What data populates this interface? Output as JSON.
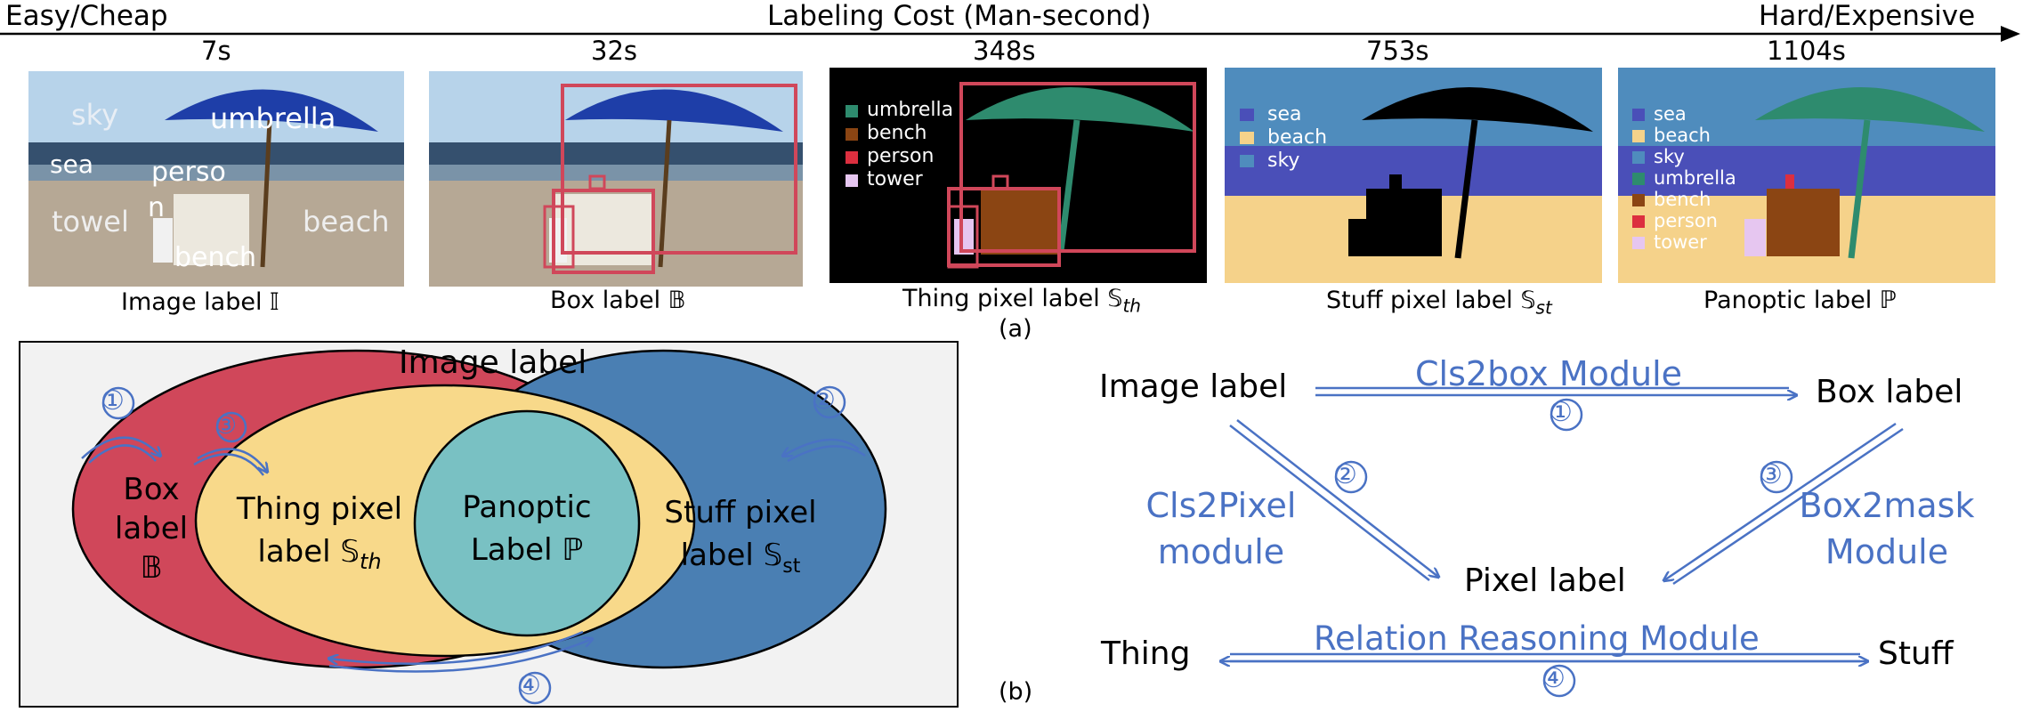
{
  "header": {
    "left_label": "Easy/Cheap",
    "center_label": "Labeling Cost (Man-second)",
    "right_label": "Hard/Expensive"
  },
  "panels": [
    {
      "cost": "7s",
      "caption": "Image label 𝕀",
      "tags": [
        "sky",
        "umbrella",
        "sea",
        "perso",
        "n",
        "towel",
        "beach",
        "bench"
      ]
    },
    {
      "cost": "32s",
      "caption": "Box label 𝔹"
    },
    {
      "cost": "348s",
      "caption": "Thing pixel label 𝕊",
      "caption_sub": "th",
      "legend": [
        {
          "label": "umbrella",
          "color": "#2e8b6e"
        },
        {
          "label": "bench",
          "color": "#8b4513"
        },
        {
          "label": "person",
          "color": "#dc2f3f"
        },
        {
          "label": "tower",
          "color": "#e6c6f0"
        }
      ]
    },
    {
      "cost": "753s",
      "caption": "Stuff pixel label 𝕊",
      "caption_sub": "st",
      "legend": [
        {
          "label": "sea",
          "color": "#4a4fb8"
        },
        {
          "label": "beach",
          "color": "#f5d28a"
        },
        {
          "label": "sky",
          "color": "#4f8cbd"
        }
      ]
    },
    {
      "cost": "1104s",
      "caption": "Panoptic label ℙ",
      "legend": [
        {
          "label": "sea",
          "color": "#4a4fb8"
        },
        {
          "label": "beach",
          "color": "#f5d28a"
        },
        {
          "label": "sky",
          "color": "#4f8cbd"
        },
        {
          "label": "umbrella",
          "color": "#2e8b6e"
        },
        {
          "label": "bench",
          "color": "#8b4513"
        },
        {
          "label": "person",
          "color": "#dc2f3f"
        },
        {
          "label": "tower",
          "color": "#e6c6f0"
        }
      ]
    }
  ],
  "part_a_label": "(a)",
  "part_b_label": "(b)",
  "venn": {
    "title": "Image label",
    "box": [
      "Box",
      "label",
      "𝔹"
    ],
    "thing": [
      "Thing pixel",
      "label 𝕊"
    ],
    "thing_sub": "th",
    "panoptic": [
      "Panoptic",
      "Label ℙ"
    ],
    "stuff": [
      "Stuff pixel",
      "label 𝕊"
    ],
    "stuff_sub": "st",
    "markers": [
      "①",
      "③",
      "②",
      "④"
    ]
  },
  "flow": {
    "image_label": "Image label",
    "box_label": "Box label",
    "pixel_label": "Pixel label",
    "thing": "Thing",
    "stuff": "Stuff",
    "cls2box": "Cls2box Module",
    "cls2pixel": [
      "Cls2Pixel",
      "module"
    ],
    "box2mask": [
      "Box2mask",
      "Module"
    ],
    "relation": "Relation Reasoning Module",
    "num1": "①",
    "num2": "②",
    "num3": "③",
    "num4": "④"
  },
  "colors": {
    "accent_blue": "#4a72c4",
    "box_red": "#d0475a",
    "thing_yellow": "#f8d98a",
    "panoptic_teal": "#79c1c3",
    "stuff_blue": "#4a7fb3"
  }
}
